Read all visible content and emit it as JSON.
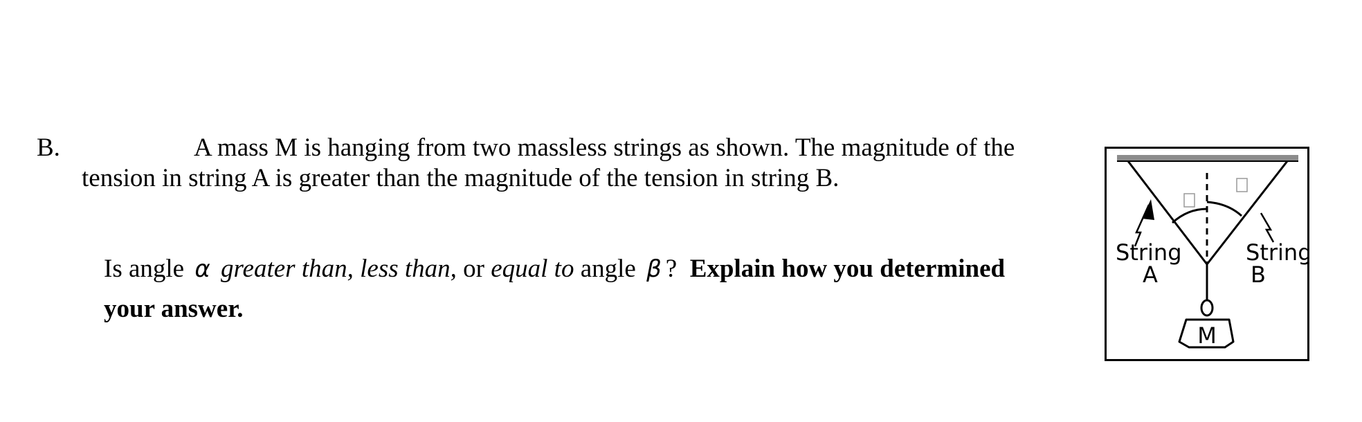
{
  "problem": {
    "label": "B.",
    "statement_line1": "A mass M is hanging from two massless strings as shown.  The magnitude of the",
    "statement_line2": "tension in string A is greater than the magnitude of the tension in string B."
  },
  "question": {
    "prefix": "Is angle",
    "alpha_symbol": "α",
    "option1": "greater than, less than,",
    "or_word": "or",
    "option2": "equal to",
    "angle_word": "angle",
    "beta_symbol": "β",
    "qmark": "?",
    "instruction_line1": "Explain how you determined",
    "instruction_line2": "your answer."
  },
  "figure": {
    "string_a_label_line1": "String",
    "string_a_label_line2": "A",
    "string_b_label_line1": "String",
    "string_b_label_line2": "B",
    "mass_label": "M",
    "ceiling_color": "#8c8c8c"
  }
}
